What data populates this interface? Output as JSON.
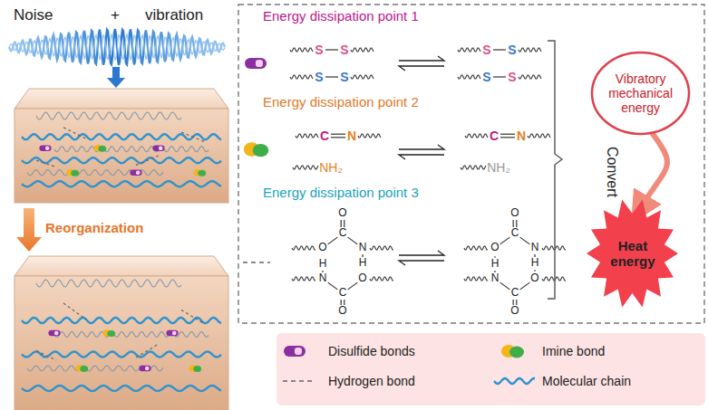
{
  "diagram": {
    "nodes": [
      {
        "text": [
          "Vibratory mechanical energy"
        ]
      },
      {
        "text": [
          "Heat energy"
        ]
      }
    ],
    "edges": [
      {
        "from": 0,
        "to": 1,
        "arrow": "to",
        "label": "Convert"
      }
    ],
    "labels": [
      "Noise",
      "+",
      "vibration",
      "Reorganization",
      "Energy dissipation point 1",
      "S",
      "S",
      "S",
      "S",
      "S",
      "S",
      "S",
      "S",
      "Energy dissipation point 2",
      "C",
      "N",
      "NH₂",
      "C",
      "N",
      "NH₂",
      "Energy dissipation point 3",
      "O",
      "C",
      "O",
      "N",
      "H",
      "H",
      "N",
      "C",
      "O",
      "O",
      "O",
      "C",
      "O",
      "N",
      "H",
      "H",
      "N",
      "C",
      "O",
      "O"
    ],
    "legend": [
      {
        "text": "Disulfide bonds"
      },
      {
        "text": "Imine bond"
      },
      {
        "text": "Hydrogen bond"
      },
      {
        "text": "Molecular chain"
      }
    ]
  }
}
